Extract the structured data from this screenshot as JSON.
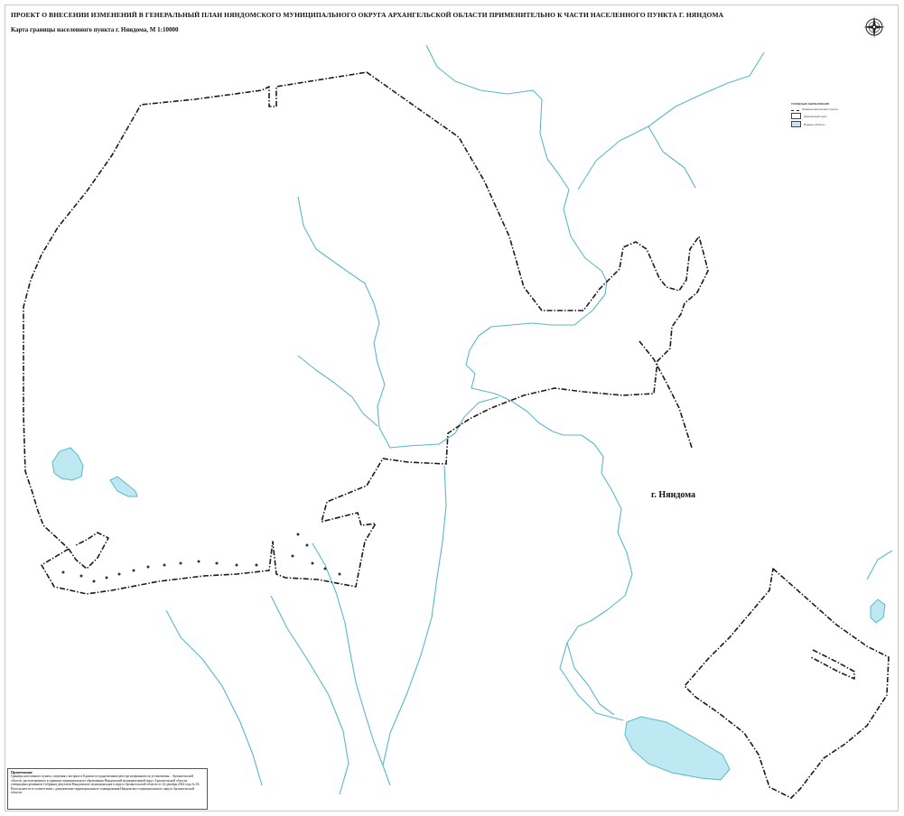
{
  "header": {
    "title": "ПРОЕКТ О ВНЕСЕНИИ ИЗМЕНЕНИЙ В ГЕНЕРАЛЬНЫЙ ПЛАН НЯНДОМСКОГО МУНИЦИПАЛЬНОГО ОКРУГА АРХАНГЕЛЬСКОЙ ОБЛАСТИ ПРИМЕНИТЕЛЬНО К ЧАСТИ НАСЕЛЕННОГО ПУНКТА Г. НЯНДОМА",
    "subtitle": "Карта границы населенного пункта г. Няндома, М 1:10000"
  },
  "map": {
    "settlement_label": "г. Няндома",
    "compass_icon": "compass-rose-icon",
    "colors": {
      "boundary": "#1a1a1a",
      "water_line": "#5ab8c8",
      "water_fill": "#bfe9f2"
    }
  },
  "legend": {
    "title": "УСЛОВНЫЕ ОБОЗНАЧЕНИЯ",
    "line1": "Граница населенного пункта",
    "line2": "Населенный пункт",
    "line3": "Водные объекты"
  },
  "notes": {
    "heading": "Примечания:",
    "text": "Границы населенного пункта, сведения о которых в Едином государственном реестре недвижимости установлены... Архангельской области, расположенного в границах муниципального образования Няндомский муниципальный округ Архангельской области, утверждены решением Собрания депутатов Няндомского муниципального округа Архангельской области от 24 декабря 2024 года № 63. Используются в соответствии с документами территориального планирования Няндомского муниципального округа Архангельской области."
  }
}
